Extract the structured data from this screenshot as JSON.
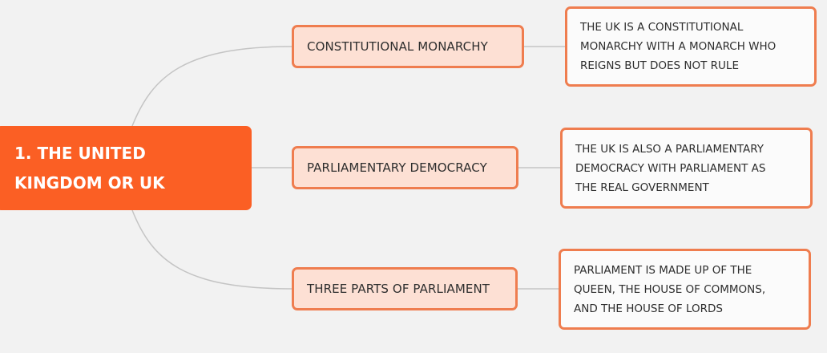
{
  "root": {
    "label": "1. THE UNITED\nKINGDOM OR UK"
  },
  "branches": [
    {
      "label": "CONSTITUTIONAL MONARCHY",
      "detail": "THE UK IS A CONSTITUTIONAL\nMONARCHY WITH A MONARCH WHO\nREIGNS BUT DOES NOT RULE"
    },
    {
      "label": "PARLIAMENTARY DEMOCRACY",
      "detail": "THE UK IS ALSO A PARLIAMENTARY\nDEMOCRACY WITH PARLIAMENT AS\nTHE REAL GOVERNMENT"
    },
    {
      "label": "THREE PARTS OF PARLIAMENT",
      "detail": "PARLIAMENT IS MADE UP OF THE\nQUEEN, THE HOUSE OF COMMONS,\nAND THE HOUSE OF LORDS"
    }
  ],
  "colors": {
    "root_fill": "#fb5f24",
    "branch_fill": "#fde0d4",
    "border": "#ef7d4f",
    "connector": "#c4c4c4",
    "background": "#f2f2f2"
  }
}
